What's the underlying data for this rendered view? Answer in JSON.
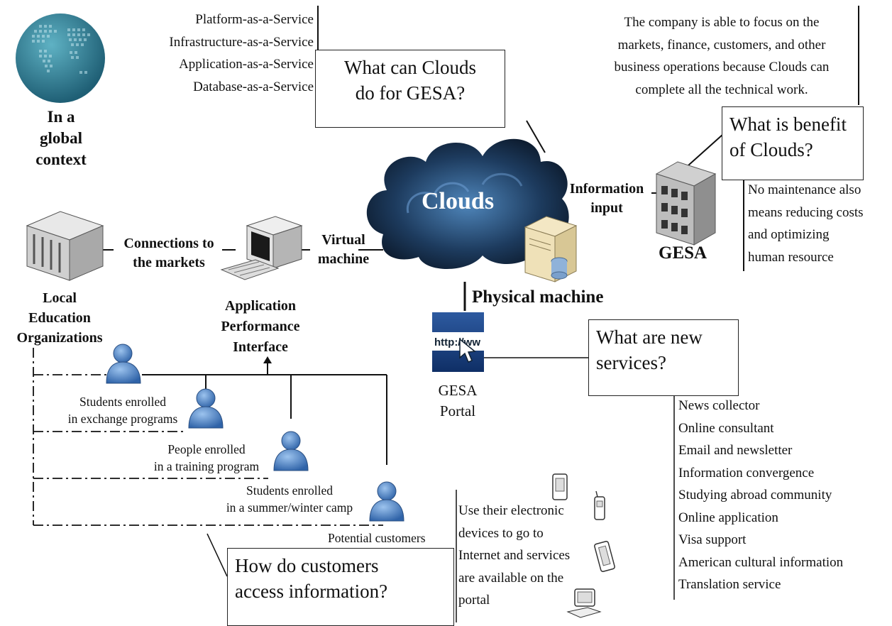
{
  "global": {
    "label": "In a\nglobal\ncontext"
  },
  "services_list": [
    "Platform-as-a-Service",
    "Infrastructure-as-a-Service",
    "Application-as-a-Service",
    "Database-as-a-Service"
  ],
  "question_clouds": "What can Clouds\ndo for GESA?",
  "focus_text": "The company is able to focus on the\nmarkets, finance, customers, and other\nbusiness operations because Clouds can\ncomplete all the technical work.",
  "question_benefit": "What is benefit\nof Clouds?",
  "benefit_text": "No maintenance also\nmeans reducing costs\nand optimizing\nhuman resource",
  "clouds_label": "Clouds",
  "information_input": "Information\ninput",
  "gesa_label": "GESA",
  "physical_machine": "Physical machine",
  "virtual_machine": "Virtual\nmachine",
  "connections": "Connections to\nthe markets",
  "local_edu": "Local\nEducation\nOrganizations",
  "api_label": "Application\nPerformance\nInterface",
  "portal_label": "GESA\nPortal",
  "portal_icon_text": "http://ww",
  "question_new_services": "What are new\nservices?",
  "new_services": [
    "News collector",
    "Online consultant",
    "Email and newsletter",
    "Information convergence",
    "Studying abroad community",
    "Online application",
    "Visa support",
    "American cultural information",
    "Translation service"
  ],
  "groups": {
    "exchange": "Students enrolled\nin exchange programs",
    "training": "People enrolled\nin a training program",
    "camp": "Students enrolled\nin a summer/winter camp",
    "potential": "Potential customers"
  },
  "question_access": "How do customers\naccess information?",
  "access_text": "Use their electronic\ndevices to go to\nInternet and services\nare available on the\nportal",
  "colors": {
    "cloud_dark": "#0d1f33",
    "cloud_light": "#3b6fa3",
    "person": "#4a7fc4",
    "globe": "#2f7c91"
  }
}
